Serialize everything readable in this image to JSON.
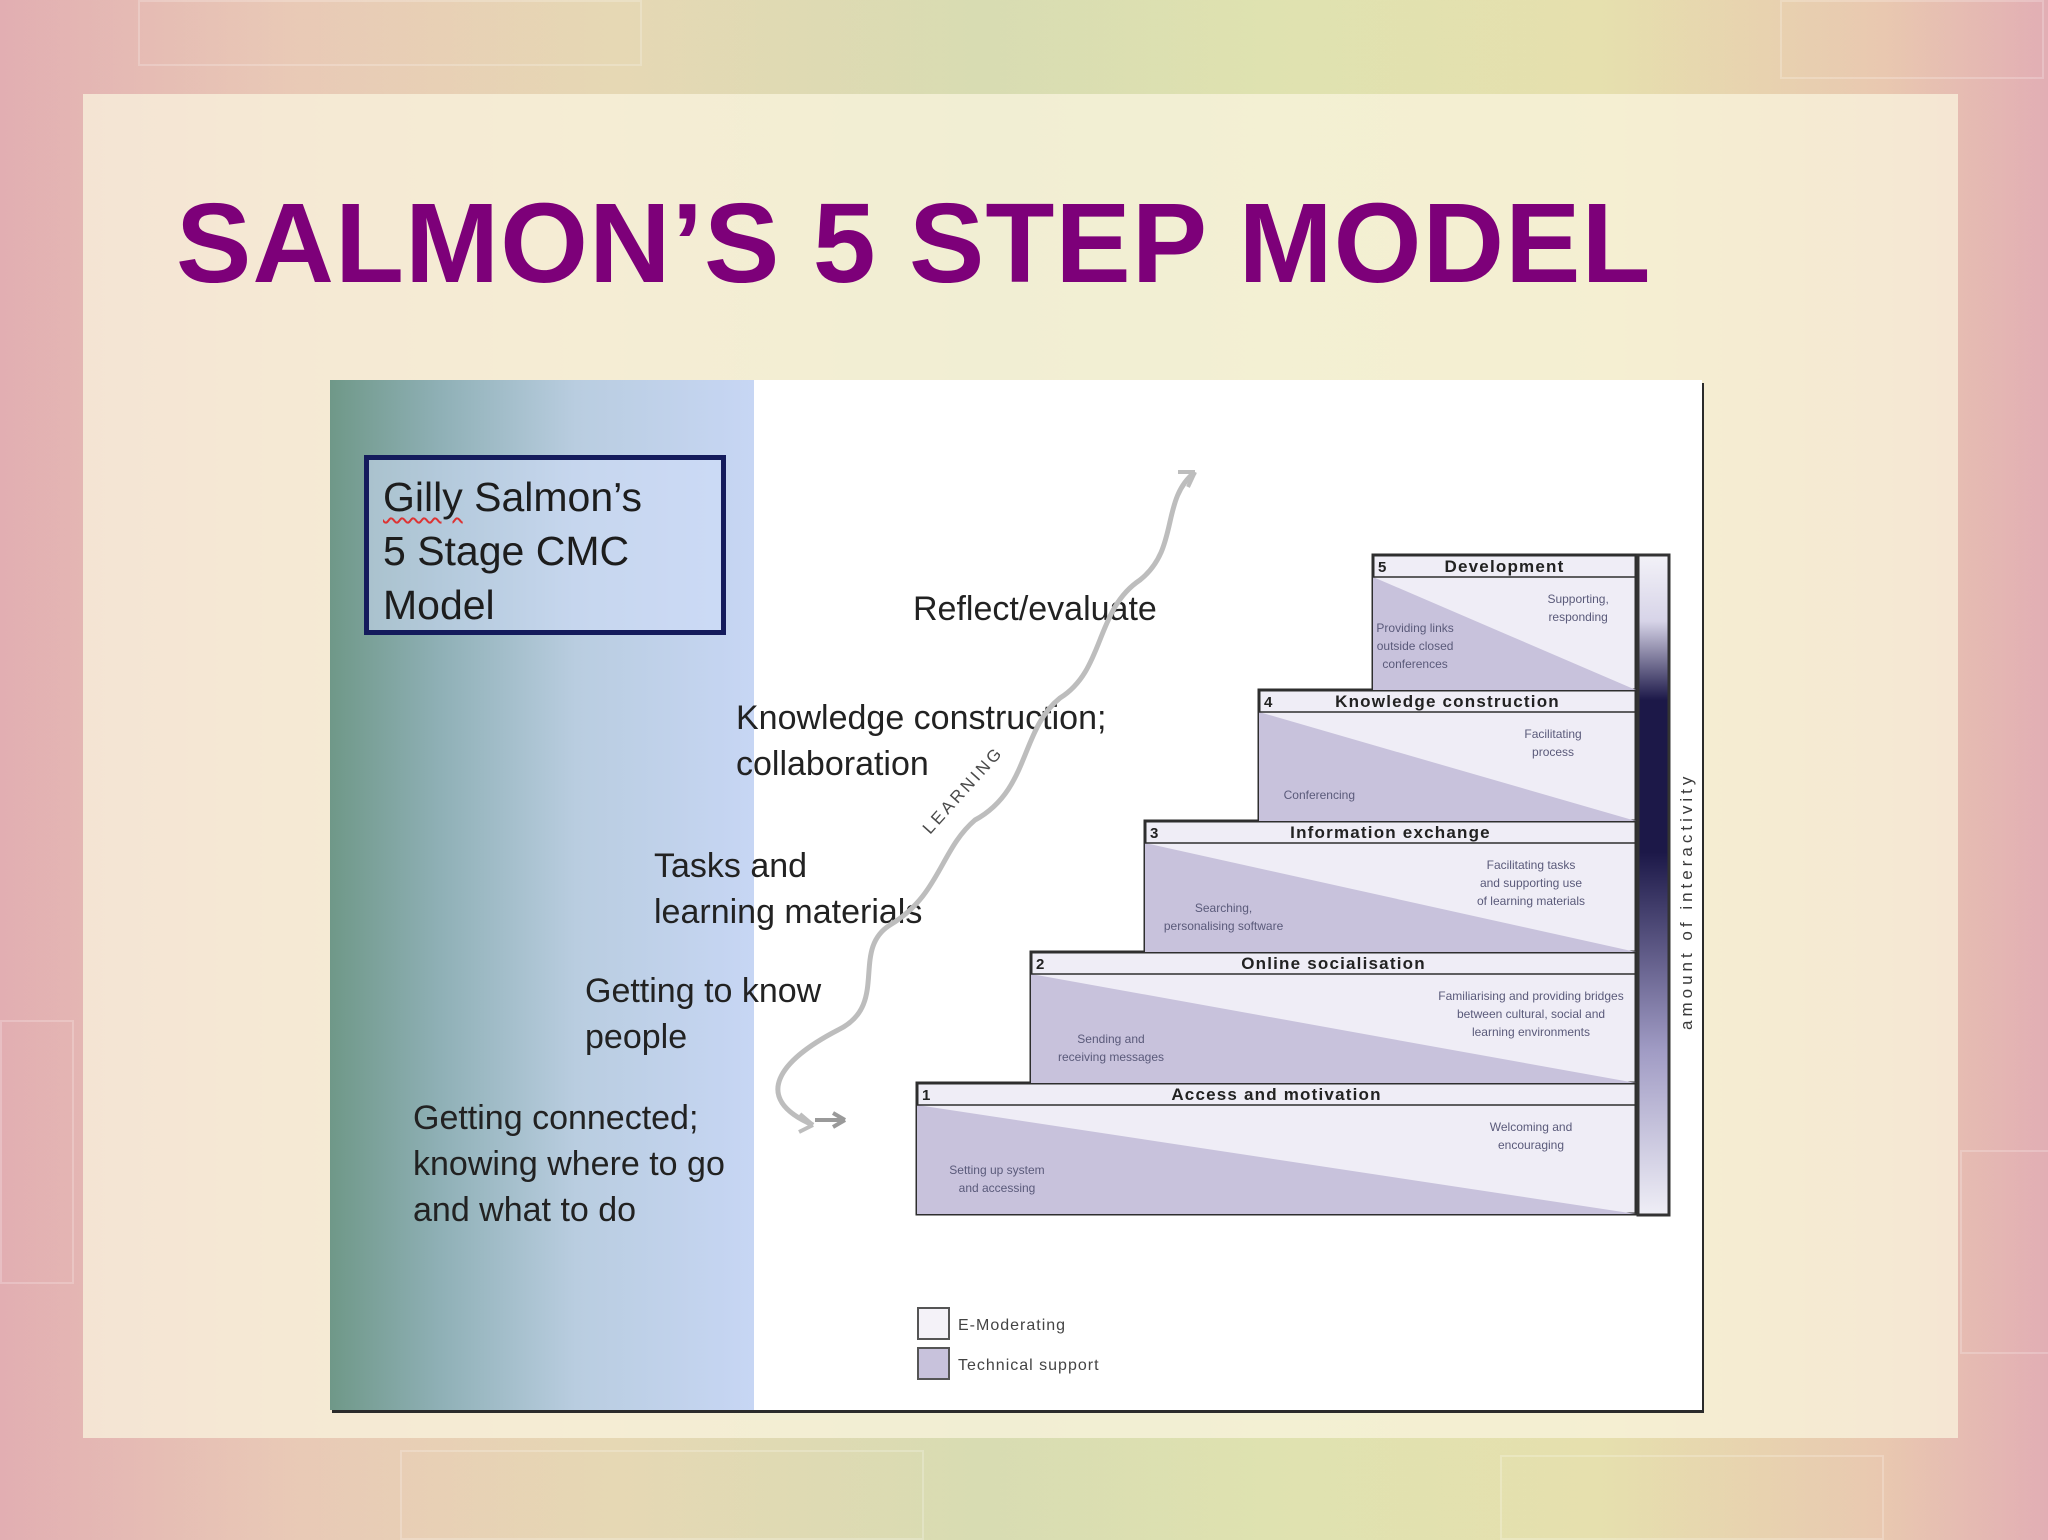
{
  "slide": {
    "title": "SALMON’S 5 STEP MODEL"
  },
  "model_box": {
    "line1_word1": "Gilly",
    "line1_word2": " Salmon’s",
    "line2": "5 Stage CMC",
    "line3": "Model"
  },
  "stage_labels": [
    {
      "line1": "Getting connected;",
      "line2": "knowing where to go",
      "line3": "and what to do"
    },
    {
      "line1": "Getting to know",
      "line2": "people"
    },
    {
      "line1": "Tasks and",
      "line2": "learning materials"
    },
    {
      "line1": "Knowledge construction;",
      "line2": "collaboration"
    },
    {
      "line1": "Reflect/evaluate"
    }
  ],
  "steps": [
    {
      "number": "1",
      "title": "Access and motivation",
      "left_note": [
        "Setting up system",
        "and accessing"
      ],
      "right_note": [
        "Welcoming and",
        "encouraging"
      ]
    },
    {
      "number": "2",
      "title": "Online socialisation",
      "left_note": [
        "Sending and",
        "receiving messages"
      ],
      "right_note": [
        "Familiarising and providing bridges",
        "between cultural, social and",
        "learning environments"
      ]
    },
    {
      "number": "3",
      "title": "Information exchange",
      "left_note": [
        "Searching,",
        "personalising software"
      ],
      "right_note": [
        "Facilitating tasks",
        "and supporting use",
        "of learning materials"
      ]
    },
    {
      "number": "4",
      "title": "Knowledge construction",
      "left_note": [
        "Conferencing"
      ],
      "right_note": [
        "Facilitating",
        "process"
      ]
    },
    {
      "number": "5",
      "title": "Development",
      "left_note": [
        "Providing links",
        "outside closed",
        "conferences"
      ],
      "right_note": [
        "Supporting,",
        "responding"
      ]
    }
  ],
  "arrow_label": "LEARNING",
  "side_bar_label": "amount of interactivity",
  "legend": [
    {
      "label": "E-Moderating",
      "color": "#f4f2f8"
    },
    {
      "label": "Technical support",
      "color": "#c8c2dc"
    }
  ],
  "colors": {
    "title": "#7d0079",
    "step_fill": "#c8c2dc",
    "step_light": "#efedf6",
    "box_border": "#141b5c",
    "interactivity_dark": "#1c1848"
  }
}
